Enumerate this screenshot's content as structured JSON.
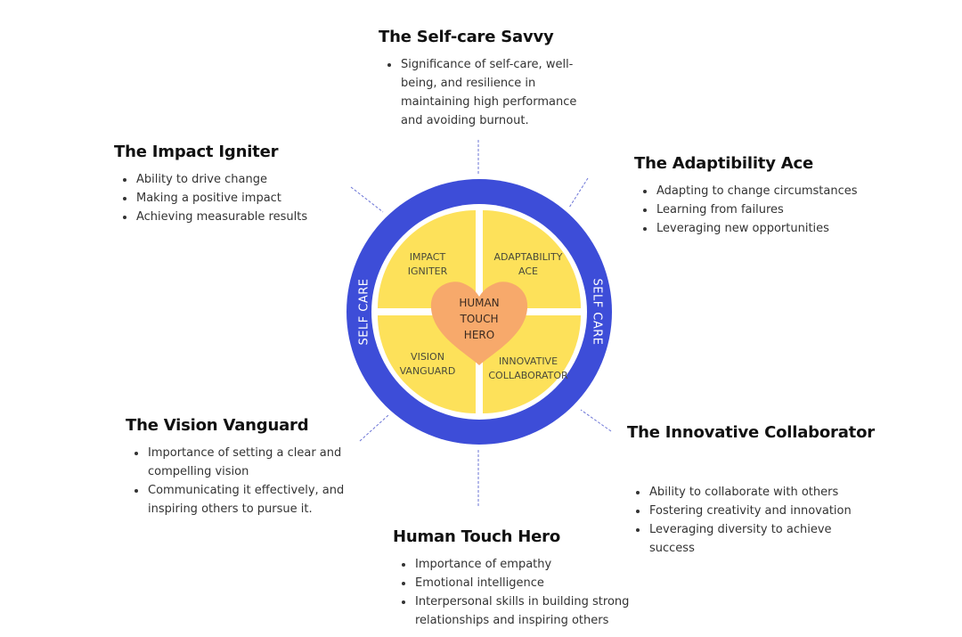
{
  "diagram": {
    "ring_label_top": "SELF CARE",
    "ring_label_bottom": "SELF CARE",
    "ring_label_left": "SELF CARE",
    "ring_label_right": "SELF CARE",
    "quadrants": {
      "top_left": [
        "IMPACT",
        "IGNITER"
      ],
      "top_right": [
        "ADAPTABILITY",
        "ACE"
      ],
      "bottom_left": [
        "VISION",
        "VANGUARD"
      ],
      "bottom_right": [
        "INNOVATIVE",
        "COLLABORATOR"
      ]
    },
    "heart": [
      "HUMAN",
      "TOUCH",
      "HERO"
    ],
    "colors": {
      "ring": "#3d4dd8",
      "quadrant": "#fde15a",
      "heart": "#f7a96b",
      "connector": "#6b74d6"
    }
  },
  "sections": {
    "self_care": {
      "title": "The Self-care Savvy",
      "items": [
        "Significance of self-care, well-being, and resilience in maintaining high performance and avoiding burnout."
      ]
    },
    "impact": {
      "title": "The Impact Igniter",
      "items": [
        "Ability to drive change",
        "Making a positive impact",
        "Achieving measurable results"
      ]
    },
    "adaptability": {
      "title": "The Adaptibility Ace",
      "items": [
        "Adapting to change circumstances",
        "Learning from failures",
        "Leveraging new opportunities"
      ]
    },
    "vision": {
      "title": "The Vision Vanguard",
      "items": [
        "Importance of setting a clear and compelling vision",
        "Communicating it effectively, and inspiring others to pursue it."
      ]
    },
    "innovative": {
      "title": "The Innovative Collaborator",
      "items": [
        "Ability to collaborate with others",
        "Fostering creativity and innovation",
        "Leveraging diversity to achieve success"
      ]
    },
    "human": {
      "title": "Human Touch Hero",
      "items": [
        "Importance of empathy",
        "Emotional intelligence",
        "Interpersonal skills in building strong relationships and inspiring others"
      ]
    }
  }
}
